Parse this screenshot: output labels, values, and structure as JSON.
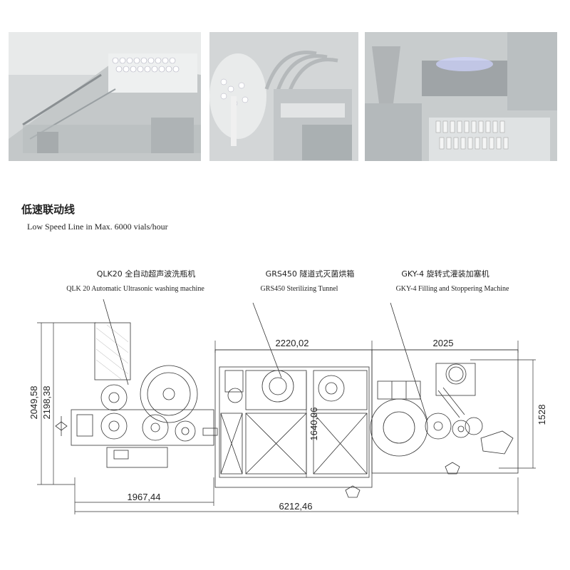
{
  "photos": [
    {
      "name": "washing-machine-photo"
    },
    {
      "name": "tunnel-photo"
    },
    {
      "name": "filling-machine-photo"
    }
  ],
  "section": {
    "title_cn": "低速联动线",
    "title_en": "Low Speed Line in Max. 6000 vials/hour"
  },
  "machines": [
    {
      "label_cn": "QLK20 全自动超声波洗瓶机",
      "label_en": "QLK 20 Automatic Ultrasonic washing machine"
    },
    {
      "label_cn": "GRS450 隧道式灭菌烘箱",
      "label_en": "GRS450 Sterilizing   Tunnel"
    },
    {
      "label_cn": "GKY-4 旋转式灌装加塞机",
      "label_en": "GKY-4 Filling and Stoppering Machine"
    }
  ],
  "dimensions": {
    "tunnel_width": "2220,02",
    "filler_width": "2025",
    "height_outer": "2049,58",
    "height_inner": "2198,38",
    "tunnel_depth": "1640,06",
    "filler_depth": "1528",
    "washer_length": "1967,44",
    "total_length": "6212,46"
  },
  "colors": {
    "line": "#333333",
    "photo_bg": "#d9dcdd"
  }
}
